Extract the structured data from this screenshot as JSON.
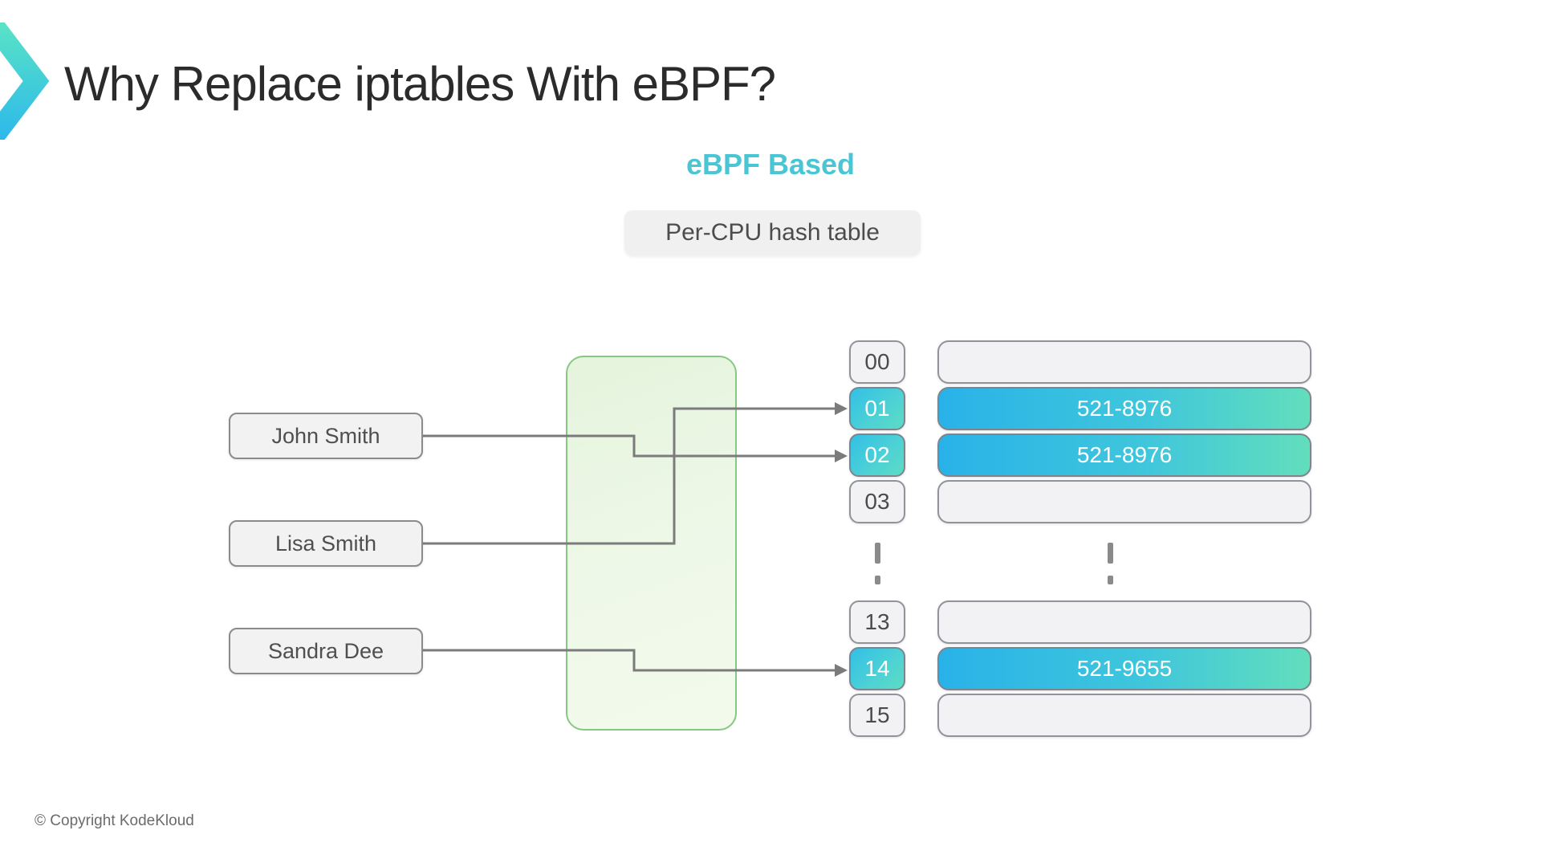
{
  "header": {
    "title": "Why Replace iptables With eBPF?"
  },
  "section": {
    "label": "eBPF Based",
    "accent_color": "#49c5d3"
  },
  "diagram": {
    "table_label": "Per-CPU hash table",
    "names": [
      "John Smith",
      "Lisa Smith",
      "Sandra Dee"
    ],
    "buckets_top": [
      {
        "index": "00",
        "value": "",
        "highlighted": false
      },
      {
        "index": "01",
        "value": "521-8976",
        "highlighted": true
      },
      {
        "index": "02",
        "value": "521-8976",
        "highlighted": true
      },
      {
        "index": "03",
        "value": "",
        "highlighted": false
      }
    ],
    "buckets_bottom": [
      {
        "index": "13",
        "value": "",
        "highlighted": false
      },
      {
        "index": "14",
        "value": "521-9655",
        "highlighted": true
      },
      {
        "index": "15",
        "value": "",
        "highlighted": false
      }
    ],
    "connections": [
      {
        "from": "John Smith",
        "to": "02"
      },
      {
        "from": "Lisa Smith",
        "to": "01"
      },
      {
        "from": "Sandra Dee",
        "to": "14"
      }
    ],
    "colors": {
      "highlight_gradient_start": "#29b2e8",
      "highlight_gradient_end": "#62debc",
      "green_panel_border": "#86c883",
      "connector_gray": "#7b7b7b",
      "logo_gradient_top": "#59e3c6",
      "logo_gradient_bottom": "#2db9ea"
    }
  },
  "footer": {
    "copyright": "© Copyright KodeKloud"
  }
}
